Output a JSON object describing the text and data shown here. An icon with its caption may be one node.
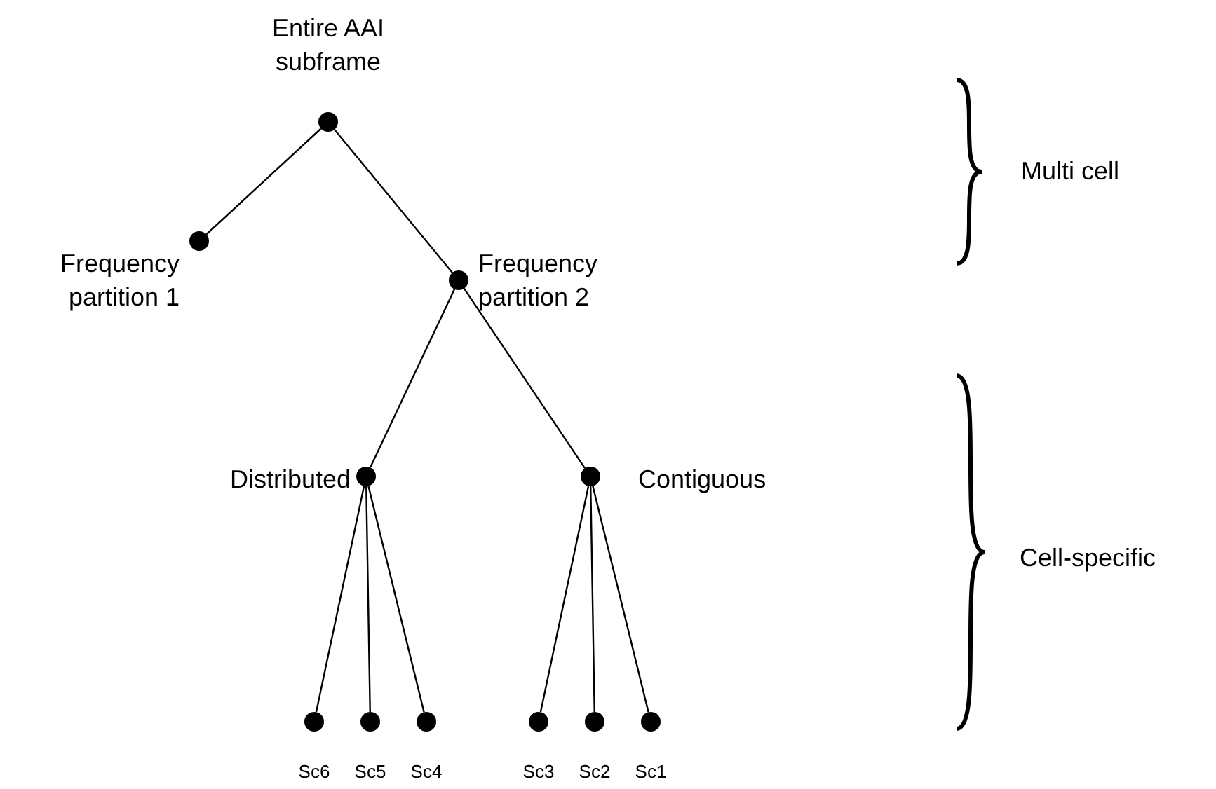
{
  "diagram": {
    "nodes": [
      {
        "text": [],
        "shape": "circle",
        "beside": [
          "Entire AAI subframe"
        ]
      },
      {
        "text": [],
        "shape": "circle",
        "beside": [
          "Frequency partition 1"
        ]
      },
      {
        "text": [],
        "shape": "circle",
        "beside": [
          "Frequency partition 2"
        ]
      },
      {
        "text": [],
        "shape": "circle",
        "beside": [
          "Distributed"
        ]
      },
      {
        "text": [],
        "shape": "circle",
        "beside": [
          "Contiguous"
        ]
      },
      {
        "text": [],
        "shape": "circle",
        "beside": [
          "Sc6"
        ]
      },
      {
        "text": [],
        "shape": "circle",
        "beside": [
          "Sc5"
        ]
      },
      {
        "text": [],
        "shape": "circle",
        "beside": [
          "Sc4"
        ]
      },
      {
        "text": [],
        "shape": "circle",
        "beside": [
          "Sc3"
        ]
      },
      {
        "text": [],
        "shape": "circle",
        "beside": [
          "Sc2"
        ]
      },
      {
        "text": [],
        "shape": "circle",
        "beside": [
          "Sc1"
        ]
      }
    ],
    "edges": [
      {
        "from": 0,
        "to": 1,
        "arrow": "none"
      },
      {
        "from": 0,
        "to": 2,
        "arrow": "none"
      },
      {
        "from": 2,
        "to": 3,
        "arrow": "none"
      },
      {
        "from": 2,
        "to": 4,
        "arrow": "none"
      },
      {
        "from": 3,
        "to": 5,
        "arrow": "none"
      },
      {
        "from": 3,
        "to": 6,
        "arrow": "none"
      },
      {
        "from": 3,
        "to": 7,
        "arrow": "none"
      },
      {
        "from": 4,
        "to": 8,
        "arrow": "none"
      },
      {
        "from": 4,
        "to": 9,
        "arrow": "none"
      },
      {
        "from": 4,
        "to": 10,
        "arrow": "none"
      }
    ],
    "labels": [
      "Multi cell",
      "Cell-specific"
    ]
  }
}
